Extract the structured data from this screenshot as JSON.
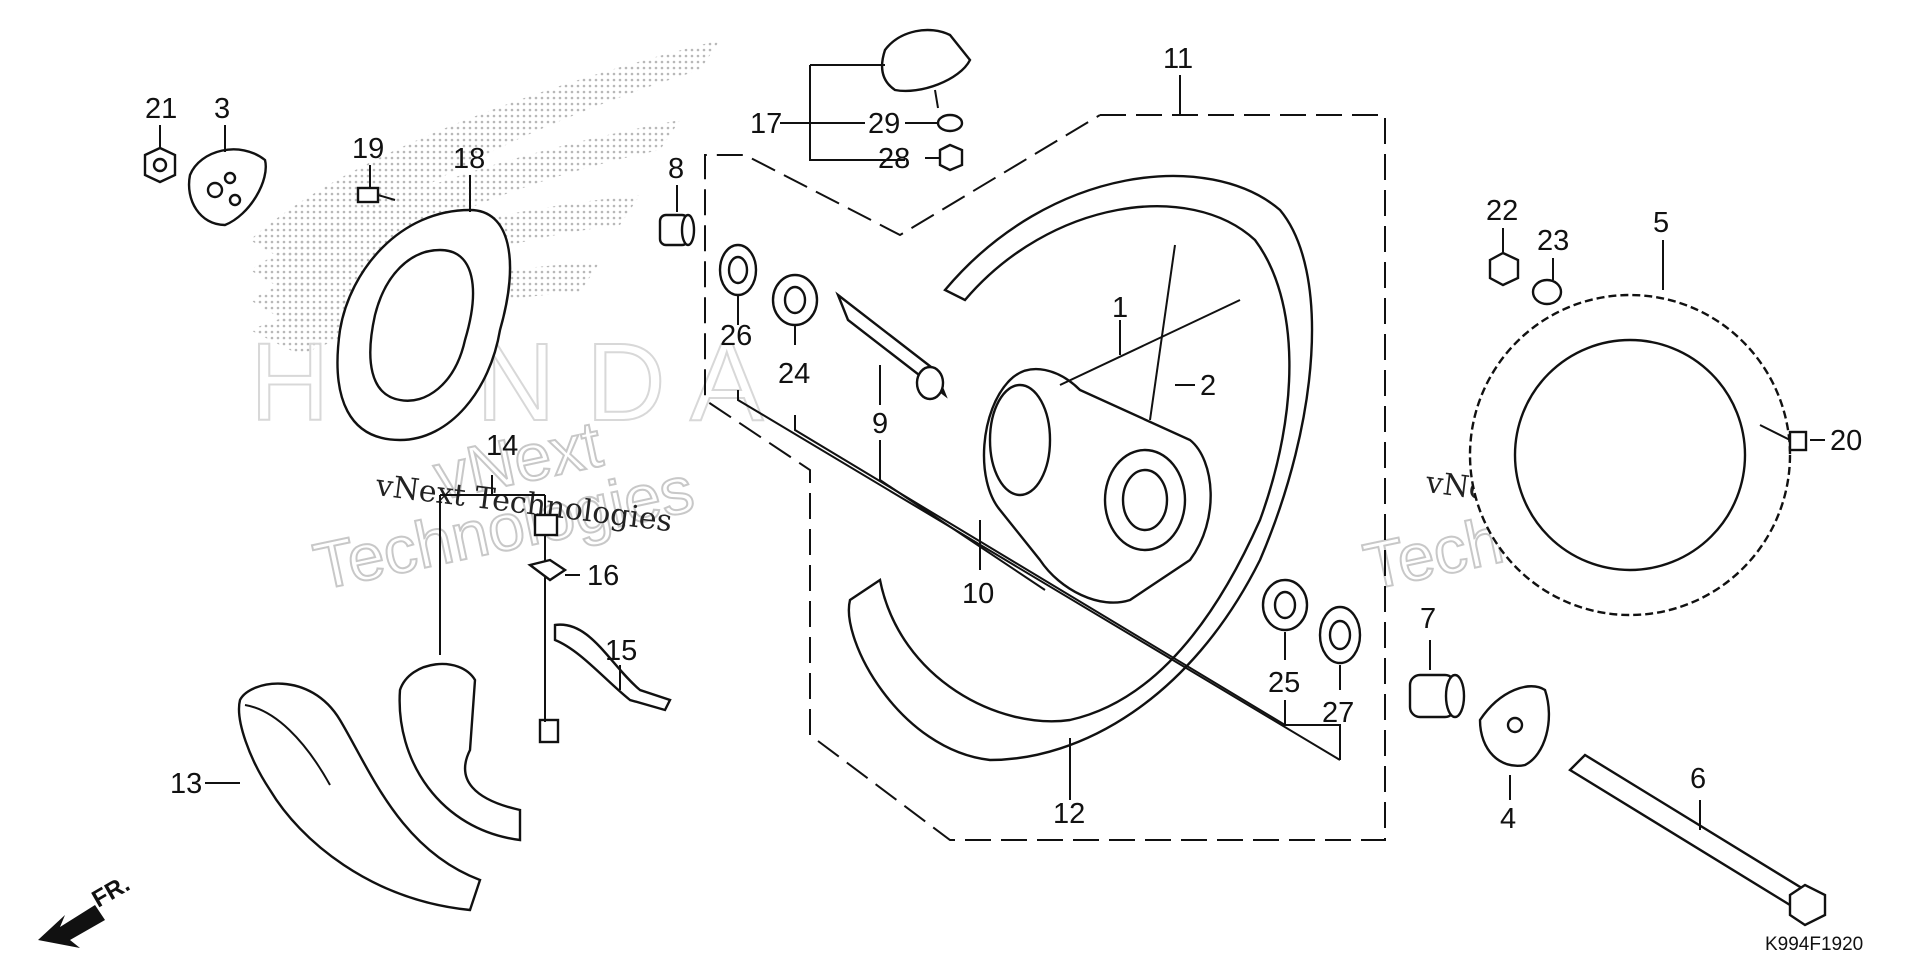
{
  "labels": {
    "p1": "1",
    "p2": "2",
    "p3": "3",
    "p4": "4",
    "p5": "5",
    "p6": "6",
    "p7": "7",
    "p8": "8",
    "p9": "9",
    "p10": "10",
    "p11": "11",
    "p12": "12",
    "p13": "13",
    "p14": "14",
    "p15": "15",
    "p16": "16",
    "p17": "17",
    "p18": "18",
    "p19": "19",
    "p20": "20",
    "p21": "21",
    "p22": "22",
    "p23": "23",
    "p24": "24",
    "p25": "25",
    "p26": "26",
    "p27": "27",
    "p28": "28",
    "p29": "29"
  },
  "watermark": {
    "company": "vNext Technologies",
    "first": "vNext",
    "second": "Technologies"
  },
  "direction_label": "FR.",
  "diagram_code": "K994F1920",
  "colors": {
    "ink": "#111111",
    "watermark_grey": "#c8c8c8",
    "background": "#ffffff"
  }
}
